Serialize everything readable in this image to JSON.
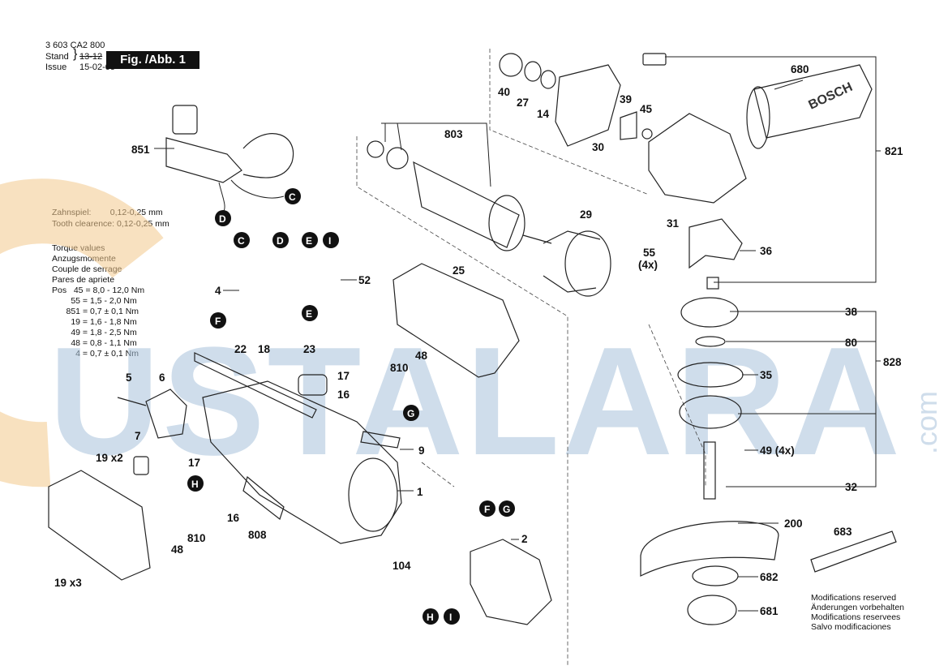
{
  "header": {
    "part_number": "3 603 CA2 800",
    "stand_label": "Stand",
    "issue_label": "Issue",
    "stand_old": "13-12",
    "issue_date": "15-02-05",
    "figure": "Fig. /Abb. 1"
  },
  "info": {
    "zahnspiel": "Zahnspiel:        0,12-0,25 mm",
    "tooth": "Tooth clearence: 0,12-0,25 mm",
    "torque_lines": [
      "Torque values",
      "Anzugsmomente",
      "Couple de serrage",
      "Pares de apriete"
    ],
    "torque_table": [
      "Pos   45 = 8,0 - 12,0 Nm",
      "        55 = 1,5 - 2,0 Nm",
      "      851 = 0,7 ± 0,1 Nm",
      "        19 = 1,6 - 1,8 Nm",
      "        49 = 1,8 - 2,5 Nm",
      "        48 = 0,8 - 1,1 Nm",
      "          4 = 0,7 ± 0,1 Nm"
    ]
  },
  "watermark": {
    "text": "USTALARA",
    "suffix": ".com",
    "color": "#a9c3dc",
    "ring_color": "#f3c98c"
  },
  "modifications": [
    "Modifications reserved",
    "Änderungen vorbehalten",
    "Modifications reservees",
    "Salvo modificaciones"
  ],
  "labels": {
    "l851": "851",
    "l803": "803",
    "l40": "40",
    "l27": "27",
    "l14": "14",
    "l39": "39",
    "l45": "45",
    "l30": "30",
    "l680": "680",
    "l821": "821",
    "l29": "29",
    "l31": "31",
    "l55": "55",
    "l55b": "(4x)",
    "l36": "36",
    "l52": "52",
    "l25": "25",
    "l4": "4",
    "l22": "22",
    "l18": "18",
    "l23": "23",
    "l48a": "48",
    "l17a": "17",
    "l810a": "810",
    "l16a": "16",
    "l5": "5",
    "l6": "6",
    "l7": "7",
    "l19x2": "19  x2",
    "l9": "9",
    "l1": "1",
    "l17b": "17",
    "l16b": "16",
    "l810b": "810",
    "l48b": "48",
    "l808": "808",
    "l19x3": "19  x3",
    "l104": "104",
    "l2": "2",
    "l38": "38",
    "l80": "80",
    "l828": "828",
    "l35": "35",
    "l49": "49  (4x)",
    "l32": "32",
    "l200": "200",
    "l683": "683",
    "l682": "682",
    "l681": "681"
  },
  "wire_markers": {
    "C": "C",
    "D": "D",
    "E": "E",
    "F": "F",
    "G": "G",
    "H": "H",
    "I": "I"
  },
  "brand_text": "BOSCH"
}
